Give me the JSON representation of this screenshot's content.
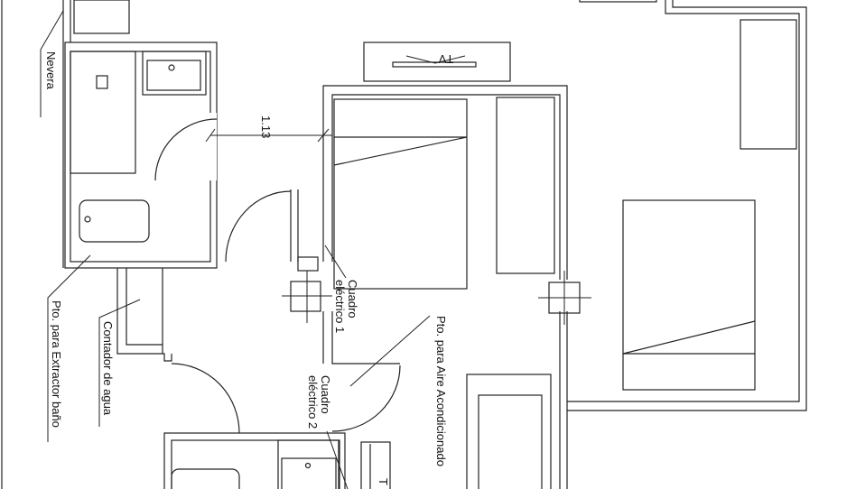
{
  "labels": {
    "nevera": "Nevera",
    "dimension": "1.13",
    "tv": "TV",
    "extractor": "Pto. para Extractor baño",
    "contador": "Contador de agua",
    "cuadro1_line1": "Cuadro",
    "cuadro1_line2": "eléctrico 1",
    "cuadro2_line1": "Cuadro",
    "cuadro2_line2": "eléctrico 2",
    "aire": "Pto. para Aire Acondicionado",
    "tv_bottom": "T"
  }
}
